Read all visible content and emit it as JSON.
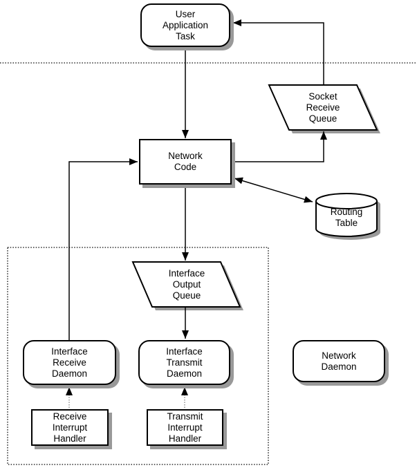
{
  "diagram": {
    "nodes": {
      "user_app_task": "User\nApplication\nTask",
      "socket_receive_queue": "Socket\nReceive\nQueue",
      "network_code": "Network\nCode",
      "routing_table": "Routing\nTable",
      "interface_output_queue": "Interface\nOutput\nQueue",
      "interface_receive_daemon": "Interface\nReceive\nDaemon",
      "interface_transmit_daemon": "Interface\nTransmit\nDaemon",
      "network_daemon": "Network\nDaemon",
      "receive_interrupt_handler": "Receive\nInterrupt\nHandler",
      "transmit_interrupt_handler": "Transmit\nInterrupt\nHandler"
    },
    "colors": {
      "line": "#000000",
      "fill": "#ffffff",
      "shadow": "#999999",
      "background": "#ffffff"
    }
  }
}
